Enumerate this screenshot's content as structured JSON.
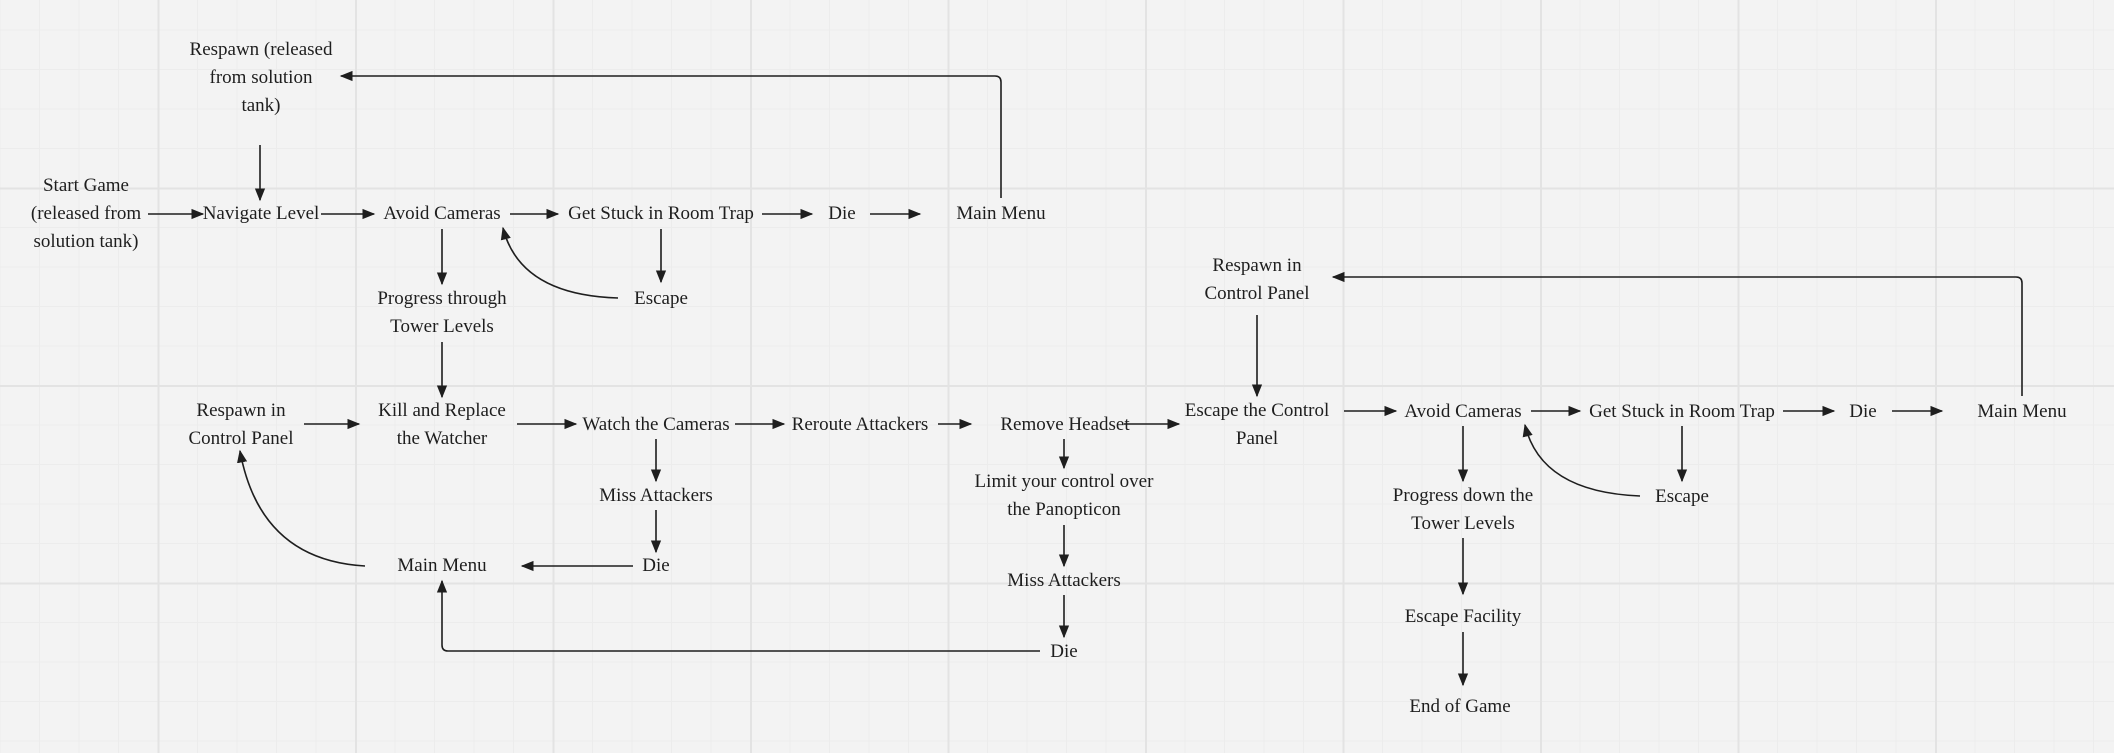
{
  "nodes": {
    "respawn_tank": "Respawn (released\nfrom solution\ntank)",
    "start_game": "Start Game\n(released from\nsolution tank)",
    "navigate_level": "Navigate Level",
    "avoid_cameras_1": "Avoid Cameras",
    "room_trap_1": "Get Stuck in Room Trap",
    "die_1": "Die",
    "main_menu_1": "Main Menu",
    "escape_1": "Escape",
    "progress_tower": "Progress through\nTower Levels",
    "kill_replace": "Kill and Replace\nthe Watcher",
    "respawn_panel_1": "Respawn in\nControl Panel",
    "watch_cameras": "Watch the Cameras",
    "reroute_attackers": "Reroute Attackers",
    "remove_headset": "Remove Headset",
    "limit_control": "Limit your control over\nthe Panopticon",
    "miss_attackers_1": "Miss Attackers",
    "die_2": "Die",
    "main_menu_2": "Main Menu",
    "miss_attackers_2": "Miss Attackers",
    "die_3": "Die",
    "respawn_panel_2": "Respawn in\nControl Panel",
    "escape_panel": "Escape the Control\nPanel",
    "avoid_cameras_2": "Avoid Cameras",
    "room_trap_2": "Get Stuck in Room Trap",
    "die_4": "Die",
    "main_menu_3": "Main Menu",
    "escape_2": "Escape",
    "progress_down": "Progress down the\nTower Levels",
    "escape_facility": "Escape Facility",
    "end_game": "End of Game"
  }
}
